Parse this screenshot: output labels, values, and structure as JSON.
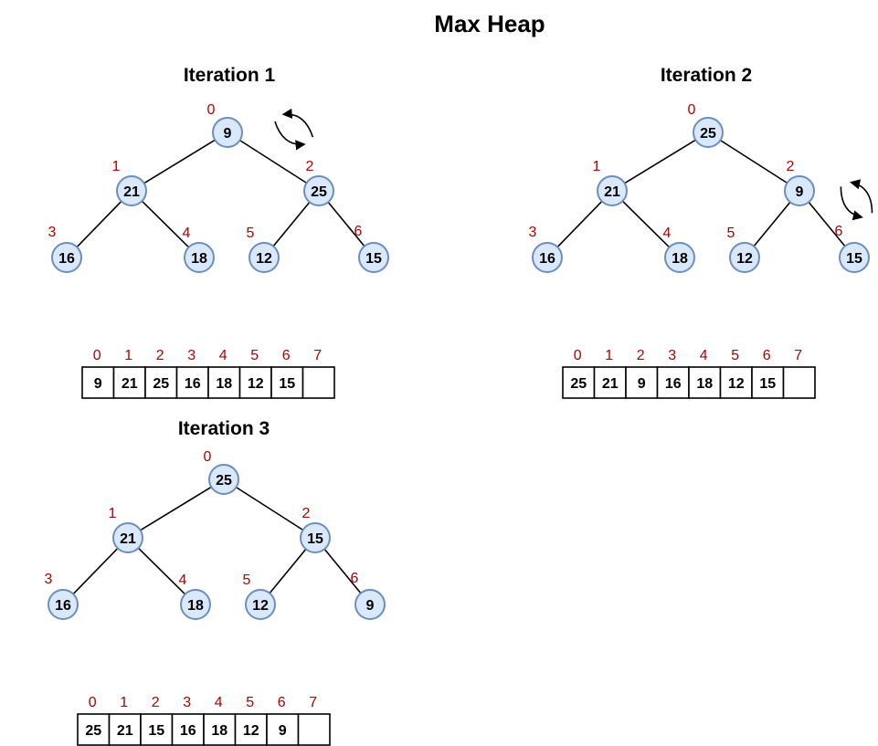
{
  "title": "Max Heap",
  "iterations": [
    {
      "title": "Iteration 1",
      "tree": [
        "9",
        "21",
        "25",
        "16",
        "18",
        "12",
        "15"
      ],
      "array": [
        "9",
        "21",
        "25",
        "16",
        "18",
        "12",
        "15",
        ""
      ],
      "swap": [
        0,
        2
      ]
    },
    {
      "title": "Iteration 2",
      "tree": [
        "25",
        "21",
        "9",
        "16",
        "18",
        "12",
        "15"
      ],
      "array": [
        "25",
        "21",
        "9",
        "16",
        "18",
        "12",
        "15",
        ""
      ],
      "swap": [
        2,
        6
      ]
    },
    {
      "title": "Iteration 3",
      "tree": [
        "25",
        "21",
        "15",
        "16",
        "18",
        "12",
        "9"
      ],
      "array": [
        "25",
        "21",
        "15",
        "16",
        "18",
        "12",
        "9",
        ""
      ],
      "swap": null
    }
  ],
  "index_labels": [
    "0",
    "1",
    "2",
    "3",
    "4",
    "5",
    "6",
    "7"
  ],
  "colors": {
    "node_fill": "#dae8fc",
    "node_stroke": "#6c8ebf",
    "index_label": "#b20000"
  }
}
